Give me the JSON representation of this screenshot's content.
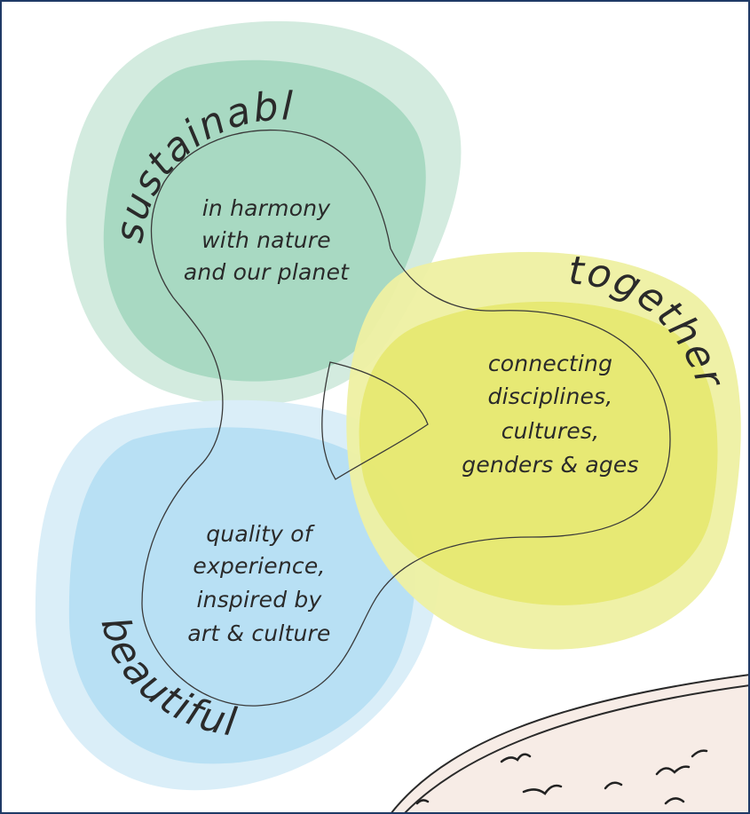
{
  "petals": [
    {
      "id": "sustainable",
      "word": "sustainable",
      "lines": [
        "in harmony",
        "with nature",
        "and our planet"
      ],
      "colors": {
        "outer": "#d3ebdf",
        "inner": "#a8d9c2"
      }
    },
    {
      "id": "together",
      "word": "together",
      "lines": [
        "connecting",
        "disciplines,",
        "cultures,",
        "genders & ages"
      ],
      "colors": {
        "outer": "#eef0a2",
        "inner": "#e5e86f"
      }
    },
    {
      "id": "beautiful",
      "word": "beautiful",
      "lines": [
        "quality of",
        "experience,",
        "inspired  by",
        "art & culture"
      ],
      "colors": {
        "outer": "#daeef8",
        "inner": "#b5def3"
      }
    }
  ],
  "colors": {
    "border": "#1f3a66",
    "outline": "#3a3a3a",
    "text": "#2a2a2a",
    "corner_fill": "#f7ece6"
  }
}
